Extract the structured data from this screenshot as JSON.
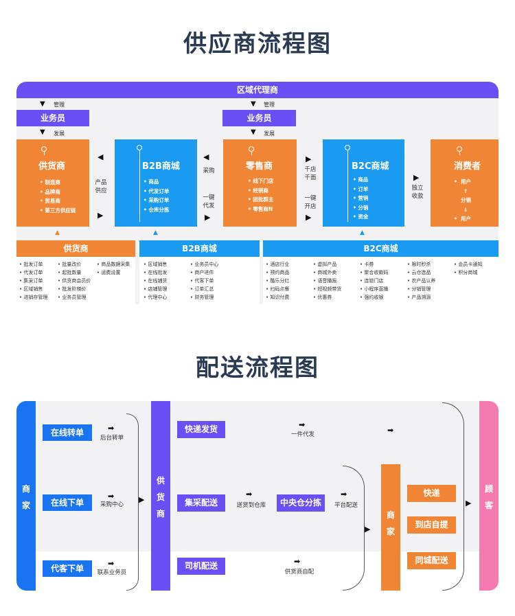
{
  "supply": {
    "title": "供应商流程图",
    "top_bar": "区域代理商",
    "mgmt_label": "管理",
    "dev_label": "发展",
    "salesman": "业务员",
    "supplier": {
      "title": "供货商",
      "items": [
        "制造商",
        "品牌商",
        "贸易商",
        "第三方供应链"
      ]
    },
    "b2b": {
      "title": "B2B商城",
      "items": [
        "商品",
        "代发订单",
        "采购订单",
        "仓库分拣"
      ]
    },
    "retailer": {
      "title": "零售商",
      "items": [
        "线下门店",
        "经销商",
        "团批群主",
        "零售商N"
      ]
    },
    "b2c": {
      "title": "B2C商城",
      "items": [
        "商品",
        "订单",
        "营销",
        "分销",
        "资金"
      ]
    },
    "consumer": {
      "title": "消费者",
      "items": [
        "用户",
        "↑",
        "分销",
        "↓",
        "用户"
      ]
    },
    "label_product_supply": "产品\n供应",
    "label_purchase": "采购",
    "label_dropship": "一键\n代发",
    "label_thousand": "千店\n千面",
    "label_open_store": "一键\n开店",
    "label_collect": "独立\n收款",
    "bottom_supplier": "供货商",
    "bottom_b2b": "B2B商城",
    "bottom_b2c": "B2C商城",
    "features_supplier": [
      [
        "批发订单",
        "代发订单",
        "集采订单",
        "区域销售",
        "进销存管理"
      ],
      [
        "批量改价",
        "起批数量",
        "供货商会员价",
        "批发阶梯价",
        "业务员管理"
      ],
      [
        "商品数据采集",
        "运费设置"
      ]
    ],
    "features_b2b": [
      [
        "区域销售",
        "在线批发",
        "在线铺货",
        "店铺管理",
        "代理中心"
      ],
      [
        "业务员中心",
        "商户进件",
        "代客下单",
        "订单汇总",
        "财务管理"
      ]
    ],
    "features_b2c": [
      [
        "酒店行业",
        "预约商品",
        "酷乐分红",
        "扫码点餐",
        "知识付费"
      ],
      [
        "虚拟产品",
        "商城外卖",
        "语音播报",
        "短视频带货",
        "优惠券"
      ],
      [
        "卡券",
        "聚合收款码",
        "连锁门店",
        "小程序直播",
        "强约收银"
      ],
      [
        "限时秒杀",
        "云仓选品",
        "农产品认养",
        "分销管理",
        "产品溯源"
      ],
      [
        "会员卡通知",
        "积分商城"
      ]
    ]
  },
  "delivery": {
    "title": "配送流程图",
    "merchant_left": "商\n家",
    "supplier_mid": "供\n货\n商",
    "merchant_right": "商\n家",
    "customer": "顾\n客",
    "online_transfer": "在线转单",
    "backend_transfer": "后台转单",
    "online_order": "在线下单",
    "purchase_center": "采购中心",
    "proxy_order": "代客下单",
    "contact_salesman": "联系业务员",
    "express": "快递发货",
    "one_piece": "一件代发",
    "bulk": "集采配送",
    "send_to_warehouse": "送货到仓库",
    "central_sort": "中央仓分拣",
    "platform_delivery": "平台配送",
    "driver": "司机配送",
    "supplier_self": "供货商自配",
    "opt_express": "快递",
    "opt_pickup": "到店自提",
    "opt_local": "同城配送"
  }
}
